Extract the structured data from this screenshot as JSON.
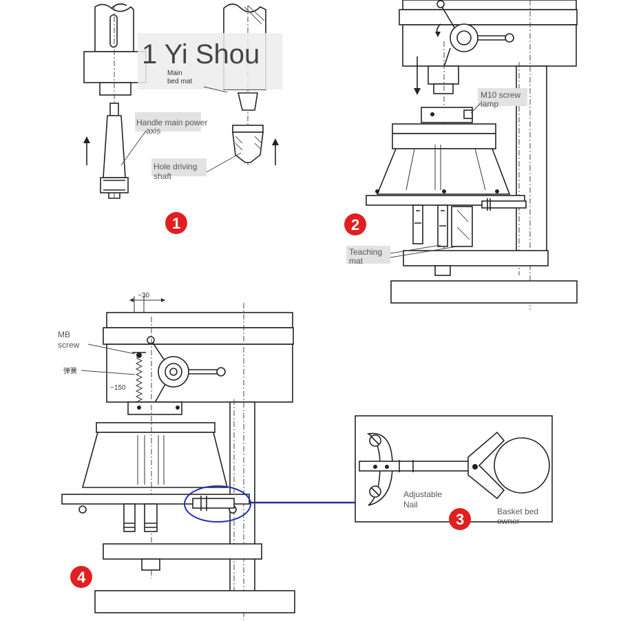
{
  "watermark": "1 Yi Shou",
  "steps": [
    "1",
    "2",
    "3",
    "4"
  ],
  "labels": {
    "main_bed_mat_1": "Main",
    "main_bed_mat_2": "bed mat",
    "handle_1": "Handle main power",
    "handle_2": "axis",
    "hole_1": "Hole driving",
    "hole_2": "shaft",
    "m10_1": "M10 screw",
    "m10_2": "lamp",
    "teaching_1": "Teaching",
    "teaching_2": "mat",
    "mb_1": "MB",
    "mb_2": "screw",
    "spring": "弹簧",
    "dim_30": "~30",
    "dim_150": "~150",
    "adjustable_1": "Adjustable",
    "adjustable_2": "Nail",
    "basket_1": "Basket bed",
    "basket_2": "owner"
  },
  "colors": {
    "badge": "#e02020",
    "callout": "#1f2fb0"
  }
}
